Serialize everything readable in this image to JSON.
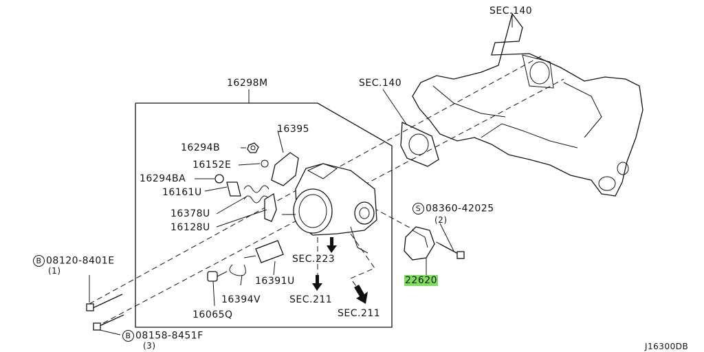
{
  "labels": {
    "sec140_top": "SEC.140",
    "sec140_mid": "SEC.140",
    "p16298M": "16298M",
    "p16395": "16395",
    "p16294B": "16294B",
    "p16152E": "16152E",
    "p16294BA": "16294BA",
    "p16161U": "16161U",
    "p16378U": "16378U",
    "p16128U": "16128U",
    "p08360": "08360-42025",
    "p08360_qty": "(2)",
    "p08360_prefix": "S",
    "p08120": "08120-8401E",
    "p08120_qty": "(1)",
    "p08120_prefix": "B",
    "sec223": "SEC.223",
    "p16391U": "16391U",
    "sec211_a": "SEC.211",
    "sec211_b": "SEC.211",
    "p16394V": "16394V",
    "p16065Q": "16065Q",
    "p22620": "22620",
    "p08158": "08158-8451F",
    "p08158_qty": "(3)",
    "p08158_prefix": "B",
    "diagram_code": "J16300DB"
  },
  "colors": {
    "highlight": "#7ee05a",
    "ink": "#111111"
  }
}
